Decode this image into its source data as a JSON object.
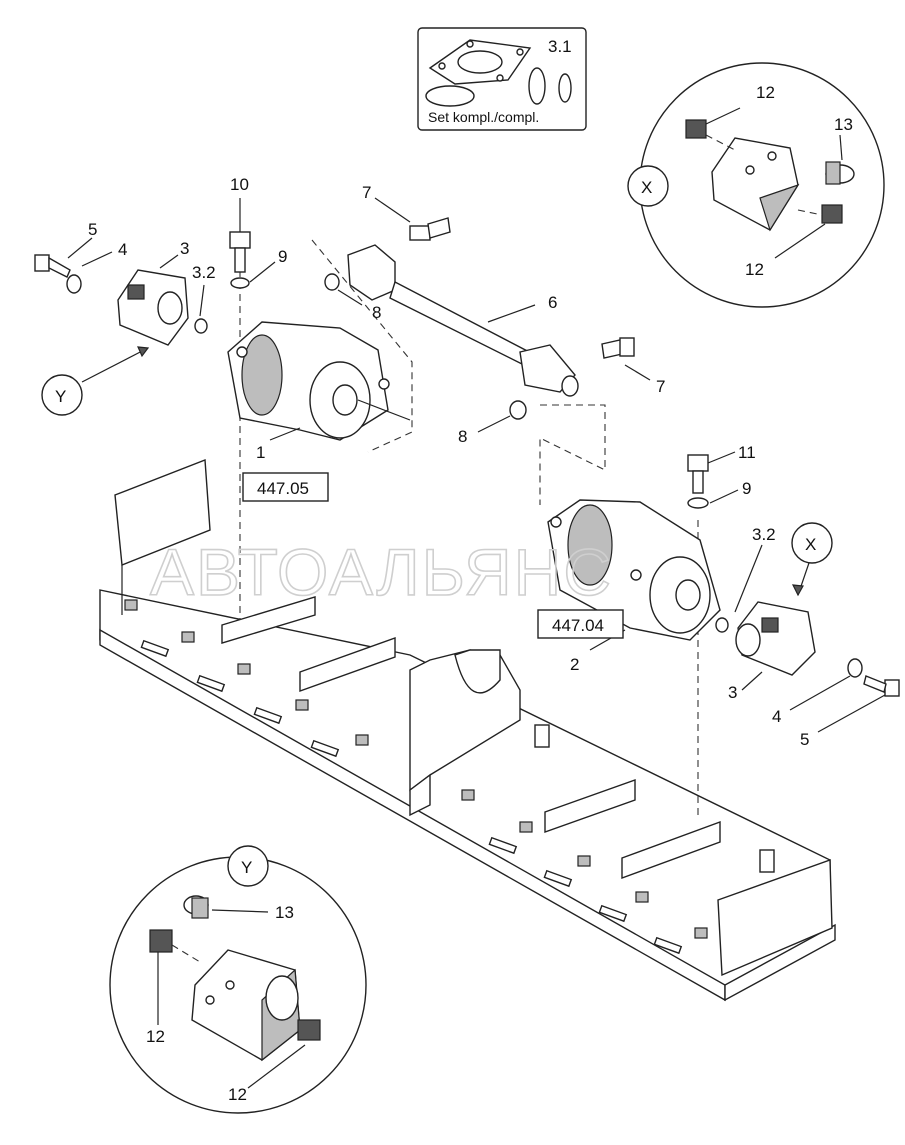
{
  "watermark": "АВТОАЛЬЯНС",
  "set_box": {
    "part_no": "3.1",
    "caption": "Set kompl./compl."
  },
  "refs": {
    "top": "447.05",
    "bottom": "447.04"
  },
  "details": {
    "x": "X",
    "y": "Y"
  },
  "labels": {
    "n1": "1",
    "n2": "2",
    "n3a": "3",
    "n3b": "3",
    "n32a": "3.2",
    "n32b": "3.2",
    "n4a": "4",
    "n4b": "4",
    "n5a": "5",
    "n5b": "5",
    "n6": "6",
    "n7a": "7",
    "n7b": "7",
    "n8a": "8",
    "n8b": "8",
    "n9a": "9",
    "n9b": "9",
    "n10": "10",
    "n11": "11",
    "n12a": "12",
    "n12b": "12",
    "n12c": "12",
    "n12d": "12",
    "n13a": "13",
    "n13b": "13"
  }
}
